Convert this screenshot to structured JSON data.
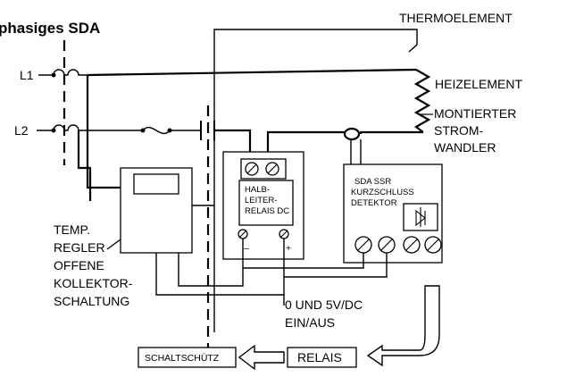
{
  "title": "phasiges SDA",
  "labels": {
    "thermo": "THERMOELEMENT",
    "l1": "L1",
    "l2": "L2",
    "heiz": "HEIZELEMENT",
    "montiert": [
      "MONTIERTER",
      "STROM-",
      "WANDLER"
    ],
    "halbleiter": [
      "HALB-",
      "LEITER-",
      "RELAIS DC"
    ],
    "minus": "–",
    "plus": "+",
    "ssr": [
      "SDA SSR",
      "KURZSCHLUSS",
      "DETEKTOR"
    ],
    "regler": [
      "TEMP.",
      "REGLER",
      "OFFENE",
      "KOLLEKTOR-",
      "SCHALTUNG"
    ],
    "signal": [
      "0 UND 5V/DC",
      "EIN/AUS"
    ],
    "schaltschuetz": "SCHALTSCHÜTZ",
    "relais": "RELAIS"
  }
}
